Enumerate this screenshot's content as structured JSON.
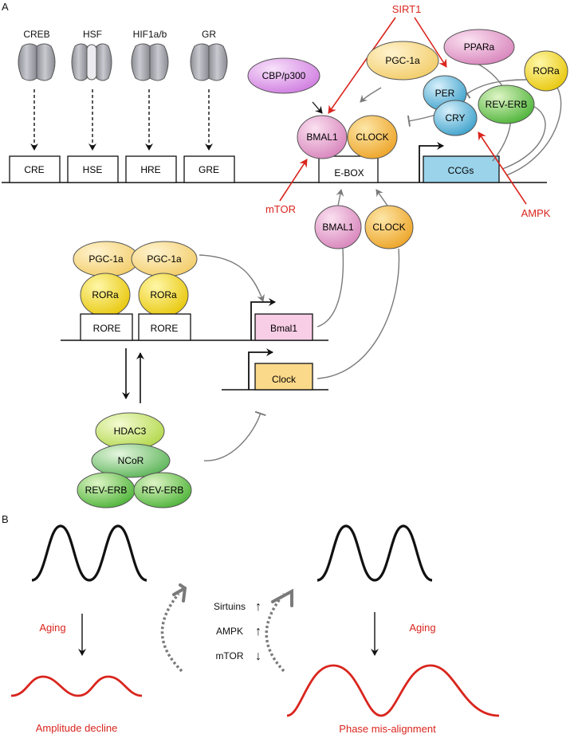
{
  "panels": {
    "a": "A",
    "b": "B"
  },
  "colors": {
    "red": "#d9251d",
    "gray_line": "#808080",
    "bmal1_fill": "#e9a9cf",
    "clock_fill": "#f7c24e",
    "pgc_fill": "#fbe29a",
    "rora_fill": "#f5de2a",
    "per_cry_fill": "#7cc6e2",
    "reverb_fill": "#8fd27a",
    "ppara_fill": "#e9a9cf",
    "cbp_fill": "#e5a3ef",
    "ccg_box": "#9bd3ea",
    "bmal1_box": "#f8cde6",
    "clock_box": "#fbd98a",
    "hdac3_fill": "#d6ea85",
    "ncor_fill": "#9fd48c"
  },
  "tf": {
    "creb": "CREB",
    "hsf": "HSF",
    "hif": "HIF1a/b",
    "gr": "GR",
    "cre": "CRE",
    "hse": "HSE",
    "hre": "HRE",
    "gre": "GRE"
  },
  "core": {
    "sirt1": "SIRT1",
    "cbp": "CBP/p300",
    "pgc1a": "PGC-1a",
    "ppara": "PPARa",
    "rora": "RORa",
    "per": "PER",
    "cry": "CRY",
    "reverb": "REV-ERB",
    "bmal1": "BMAL1",
    "clock": "CLOCK",
    "ebox": "E-BOX",
    "ccgs": "CCGs",
    "mtor": "mTOR",
    "ampk": "AMPK"
  },
  "loop": {
    "bmal1": "BMAL1",
    "clock": "CLOCK",
    "pgc1a_1": "PGC-1a",
    "pgc1a_2": "PGC-1a",
    "rora_1": "RORa",
    "rora_2": "RORa",
    "rore_1": "RORE",
    "rore_2": "RORE",
    "bmal1_gene": "Bmal1",
    "clock_gene": "Clock",
    "hdac3": "HDAC3",
    "ncor": "NCoR",
    "reverb_1": "REV-ERB",
    "reverb_2": "REV-ERB"
  },
  "panel_b": {
    "aging_left": "Aging",
    "aging_right": "Aging",
    "sirtuins": "Sirtuins",
    "ampk": "AMPK",
    "mtor": "mTOR",
    "up": "↑",
    "down": "↓",
    "amplitude_decline": "Amplitude decline",
    "phase_misalignment": "Phase mis-alignment"
  }
}
